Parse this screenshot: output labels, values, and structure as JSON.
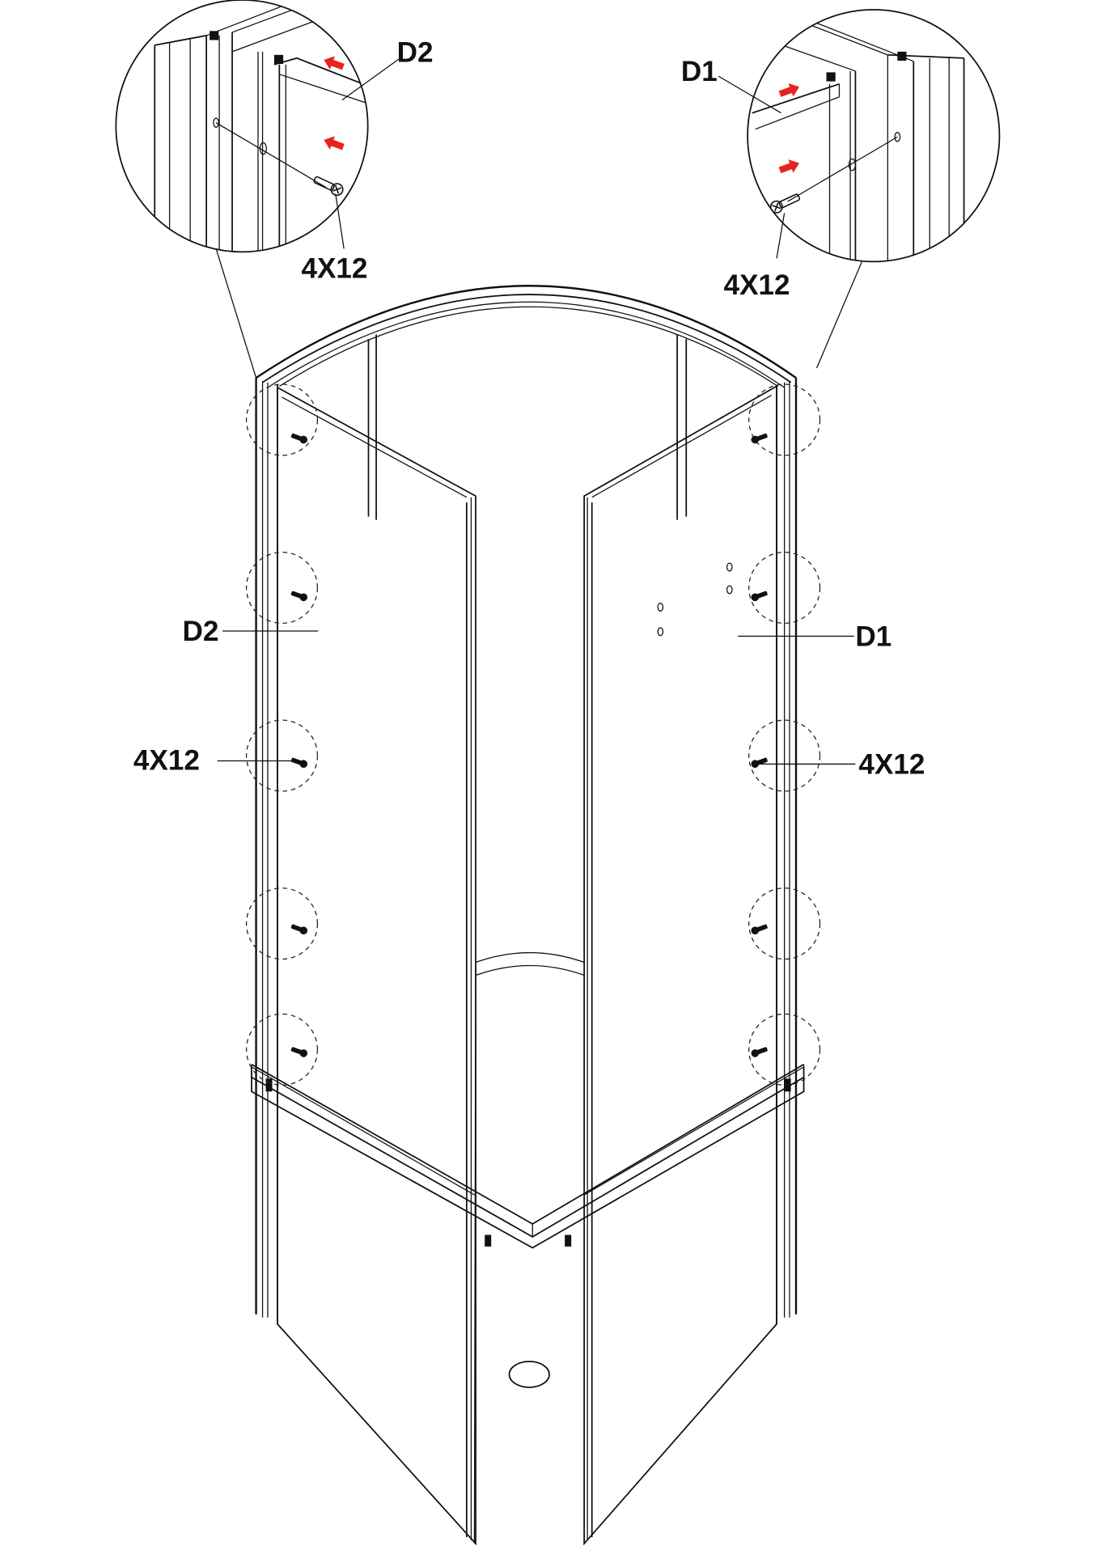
{
  "labels": {
    "inset_left_panel": "D2",
    "inset_left_screw": "4X12",
    "inset_right_panel": "D1",
    "inset_right_screw": "4X12",
    "main_left_panel": "D2",
    "main_left_screw": "4X12",
    "main_right_panel": "D1",
    "main_right_screw": "4X12"
  },
  "colors": {
    "line": "#111111",
    "arrow": "#e8231f",
    "background": "#ffffff"
  },
  "icons": {
    "arrow": "red-push-arrow-icon",
    "screw": "screw-icon"
  }
}
